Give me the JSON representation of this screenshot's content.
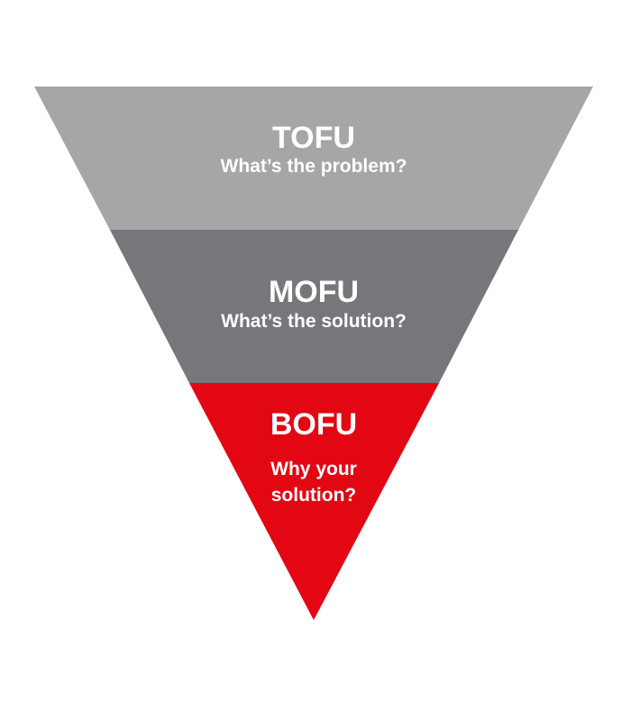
{
  "funnel": {
    "stages": [
      {
        "title": "TOFU",
        "question_lines": [
          "What’s the problem?"
        ],
        "color": "#a5a6a8"
      },
      {
        "title": "MOFU",
        "question_lines": [
          "What’s the solution?"
        ],
        "color": "#77777b"
      },
      {
        "title": "BOFU",
        "question_lines": [
          "Why your",
          "solution?"
        ],
        "color": "#e30613"
      }
    ]
  }
}
